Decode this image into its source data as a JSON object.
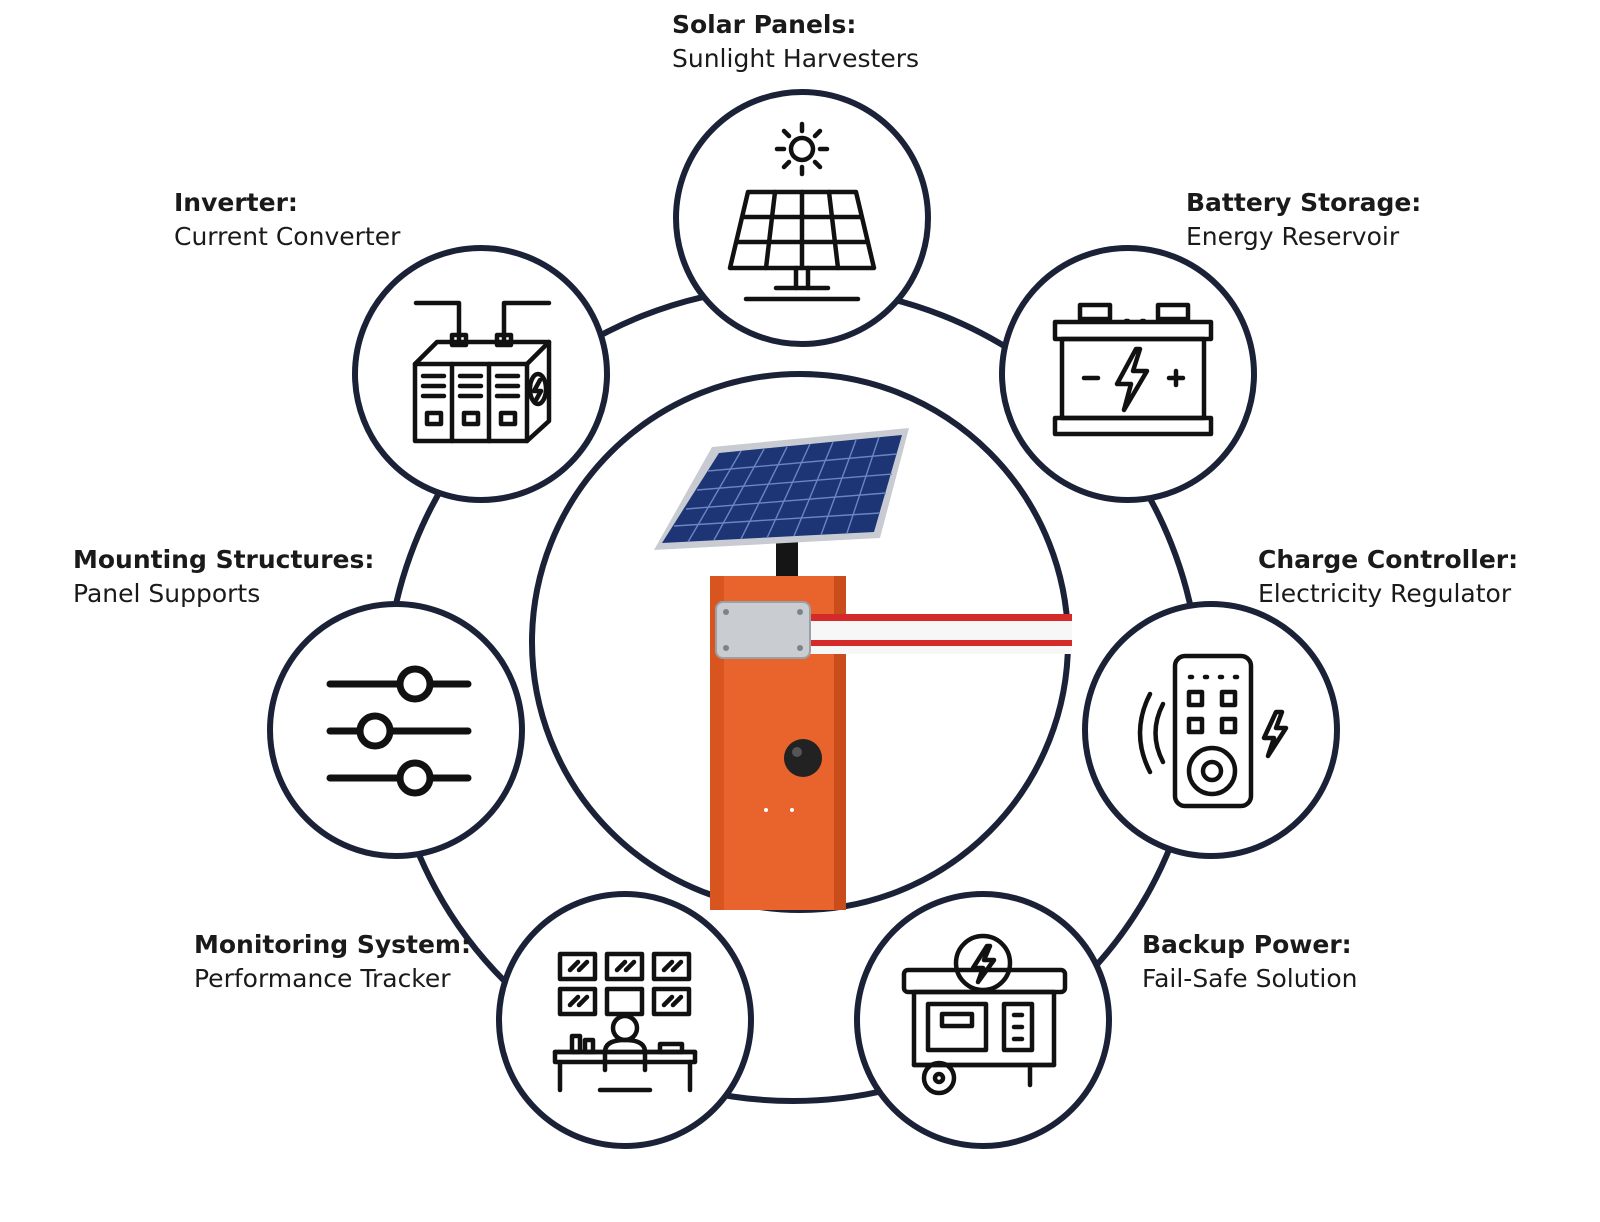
{
  "colors": {
    "ring": "#1b2238",
    "icon": "#111111",
    "barrier_body": "#e8642c",
    "boom_red": "#d42a2a"
  },
  "nodes": [
    {
      "id": "solar",
      "title": "Solar Panels:",
      "subtitle": "Sunlight Harvesters",
      "icon": "solar-panel-icon"
    },
    {
      "id": "battery",
      "title": "Battery Storage:",
      "subtitle": "Energy Reservoir",
      "icon": "battery-icon"
    },
    {
      "id": "controller",
      "title": "Charge Controller:",
      "subtitle": "Electricity Regulator",
      "icon": "remote-controller-icon"
    },
    {
      "id": "backup",
      "title": "Backup Power:",
      "subtitle": "Fail-Safe Solution",
      "icon": "generator-icon"
    },
    {
      "id": "monitoring",
      "title": "Monitoring System:",
      "subtitle": "Performance Tracker",
      "icon": "monitoring-desk-icon"
    },
    {
      "id": "mounting",
      "title": "Mounting Structures:",
      "subtitle": "Panel Supports",
      "icon": "sliders-icon"
    },
    {
      "id": "inverter",
      "title": "Inverter:",
      "subtitle": "Current Converter",
      "icon": "inverter-icon"
    }
  ],
  "center": {
    "icon": "solar-barrier-gate-image"
  }
}
